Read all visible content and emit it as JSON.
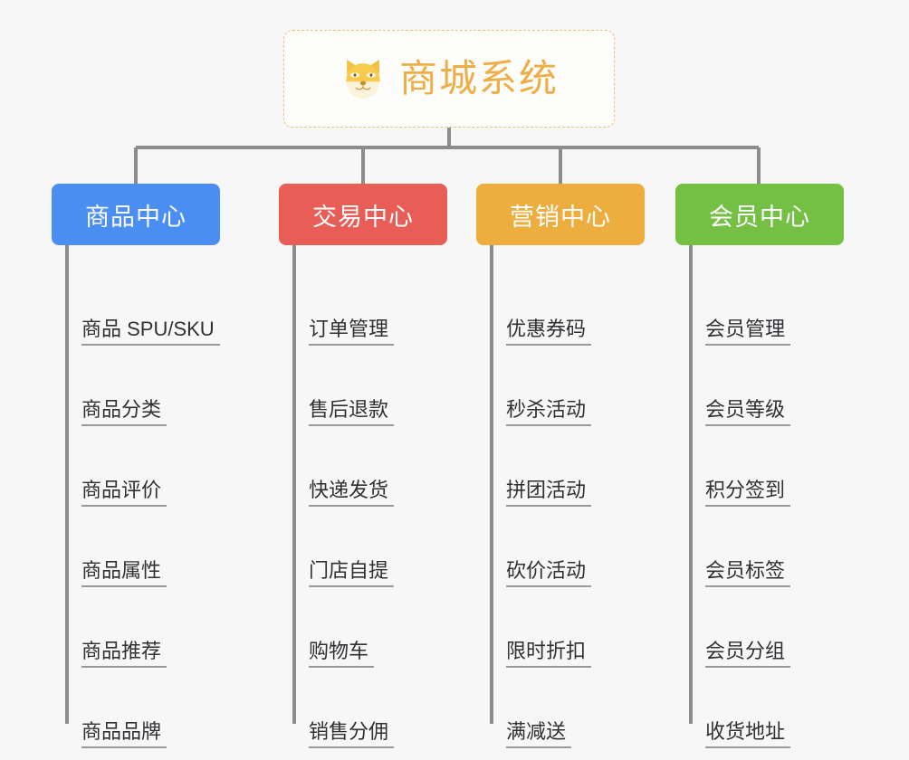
{
  "diagram": {
    "type": "org-chart",
    "title": "商城系统",
    "background_color": "#f7f7f7",
    "root": {
      "label": "商城系统",
      "icon": "shiba-dog-face-emoji",
      "text_color": "#f0ad45",
      "border_color": "#f0c070"
    },
    "connector_color": "#8c8c8c",
    "columns": [
      {
        "label": "商品中心",
        "color": "#4a8ef4",
        "items": [
          "商品 SPU/SKU",
          "商品分类",
          "商品评价",
          "商品属性",
          "商品推荐",
          "商品品牌"
        ]
      },
      {
        "label": "交易中心",
        "color": "#e85d55",
        "items": [
          "订单管理",
          "售后退款",
          "快递发货",
          "门店自提",
          "购物车",
          "销售分佣"
        ]
      },
      {
        "label": "营销中心",
        "color": "#edae3f",
        "items": [
          "优惠券码",
          "秒杀活动",
          "拼团活动",
          "砍价活动",
          "限时折扣",
          "满减送"
        ]
      },
      {
        "label": "会员中心",
        "color": "#74c044",
        "items": [
          "会员管理",
          "会员等级",
          "积分签到",
          "会员标签",
          "会员分组",
          "收货地址"
        ]
      }
    ]
  }
}
